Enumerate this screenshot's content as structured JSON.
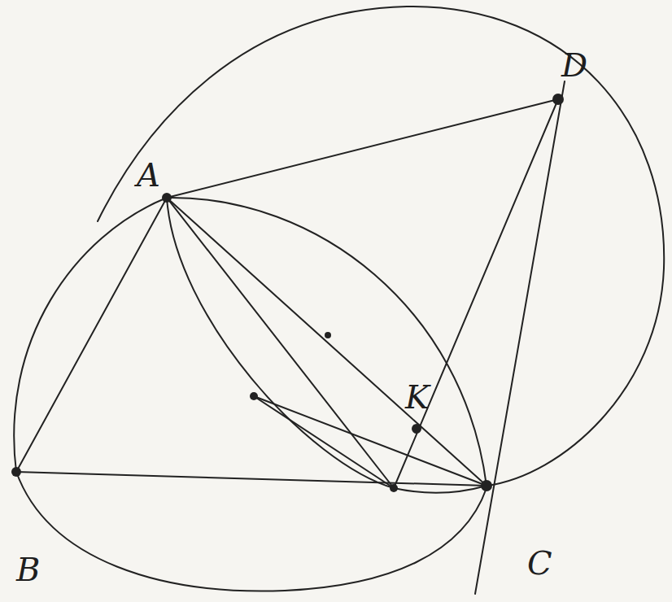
{
  "diagram": {
    "labels": [
      "A",
      "D",
      "K",
      "B",
      "C"
    ]
  }
}
